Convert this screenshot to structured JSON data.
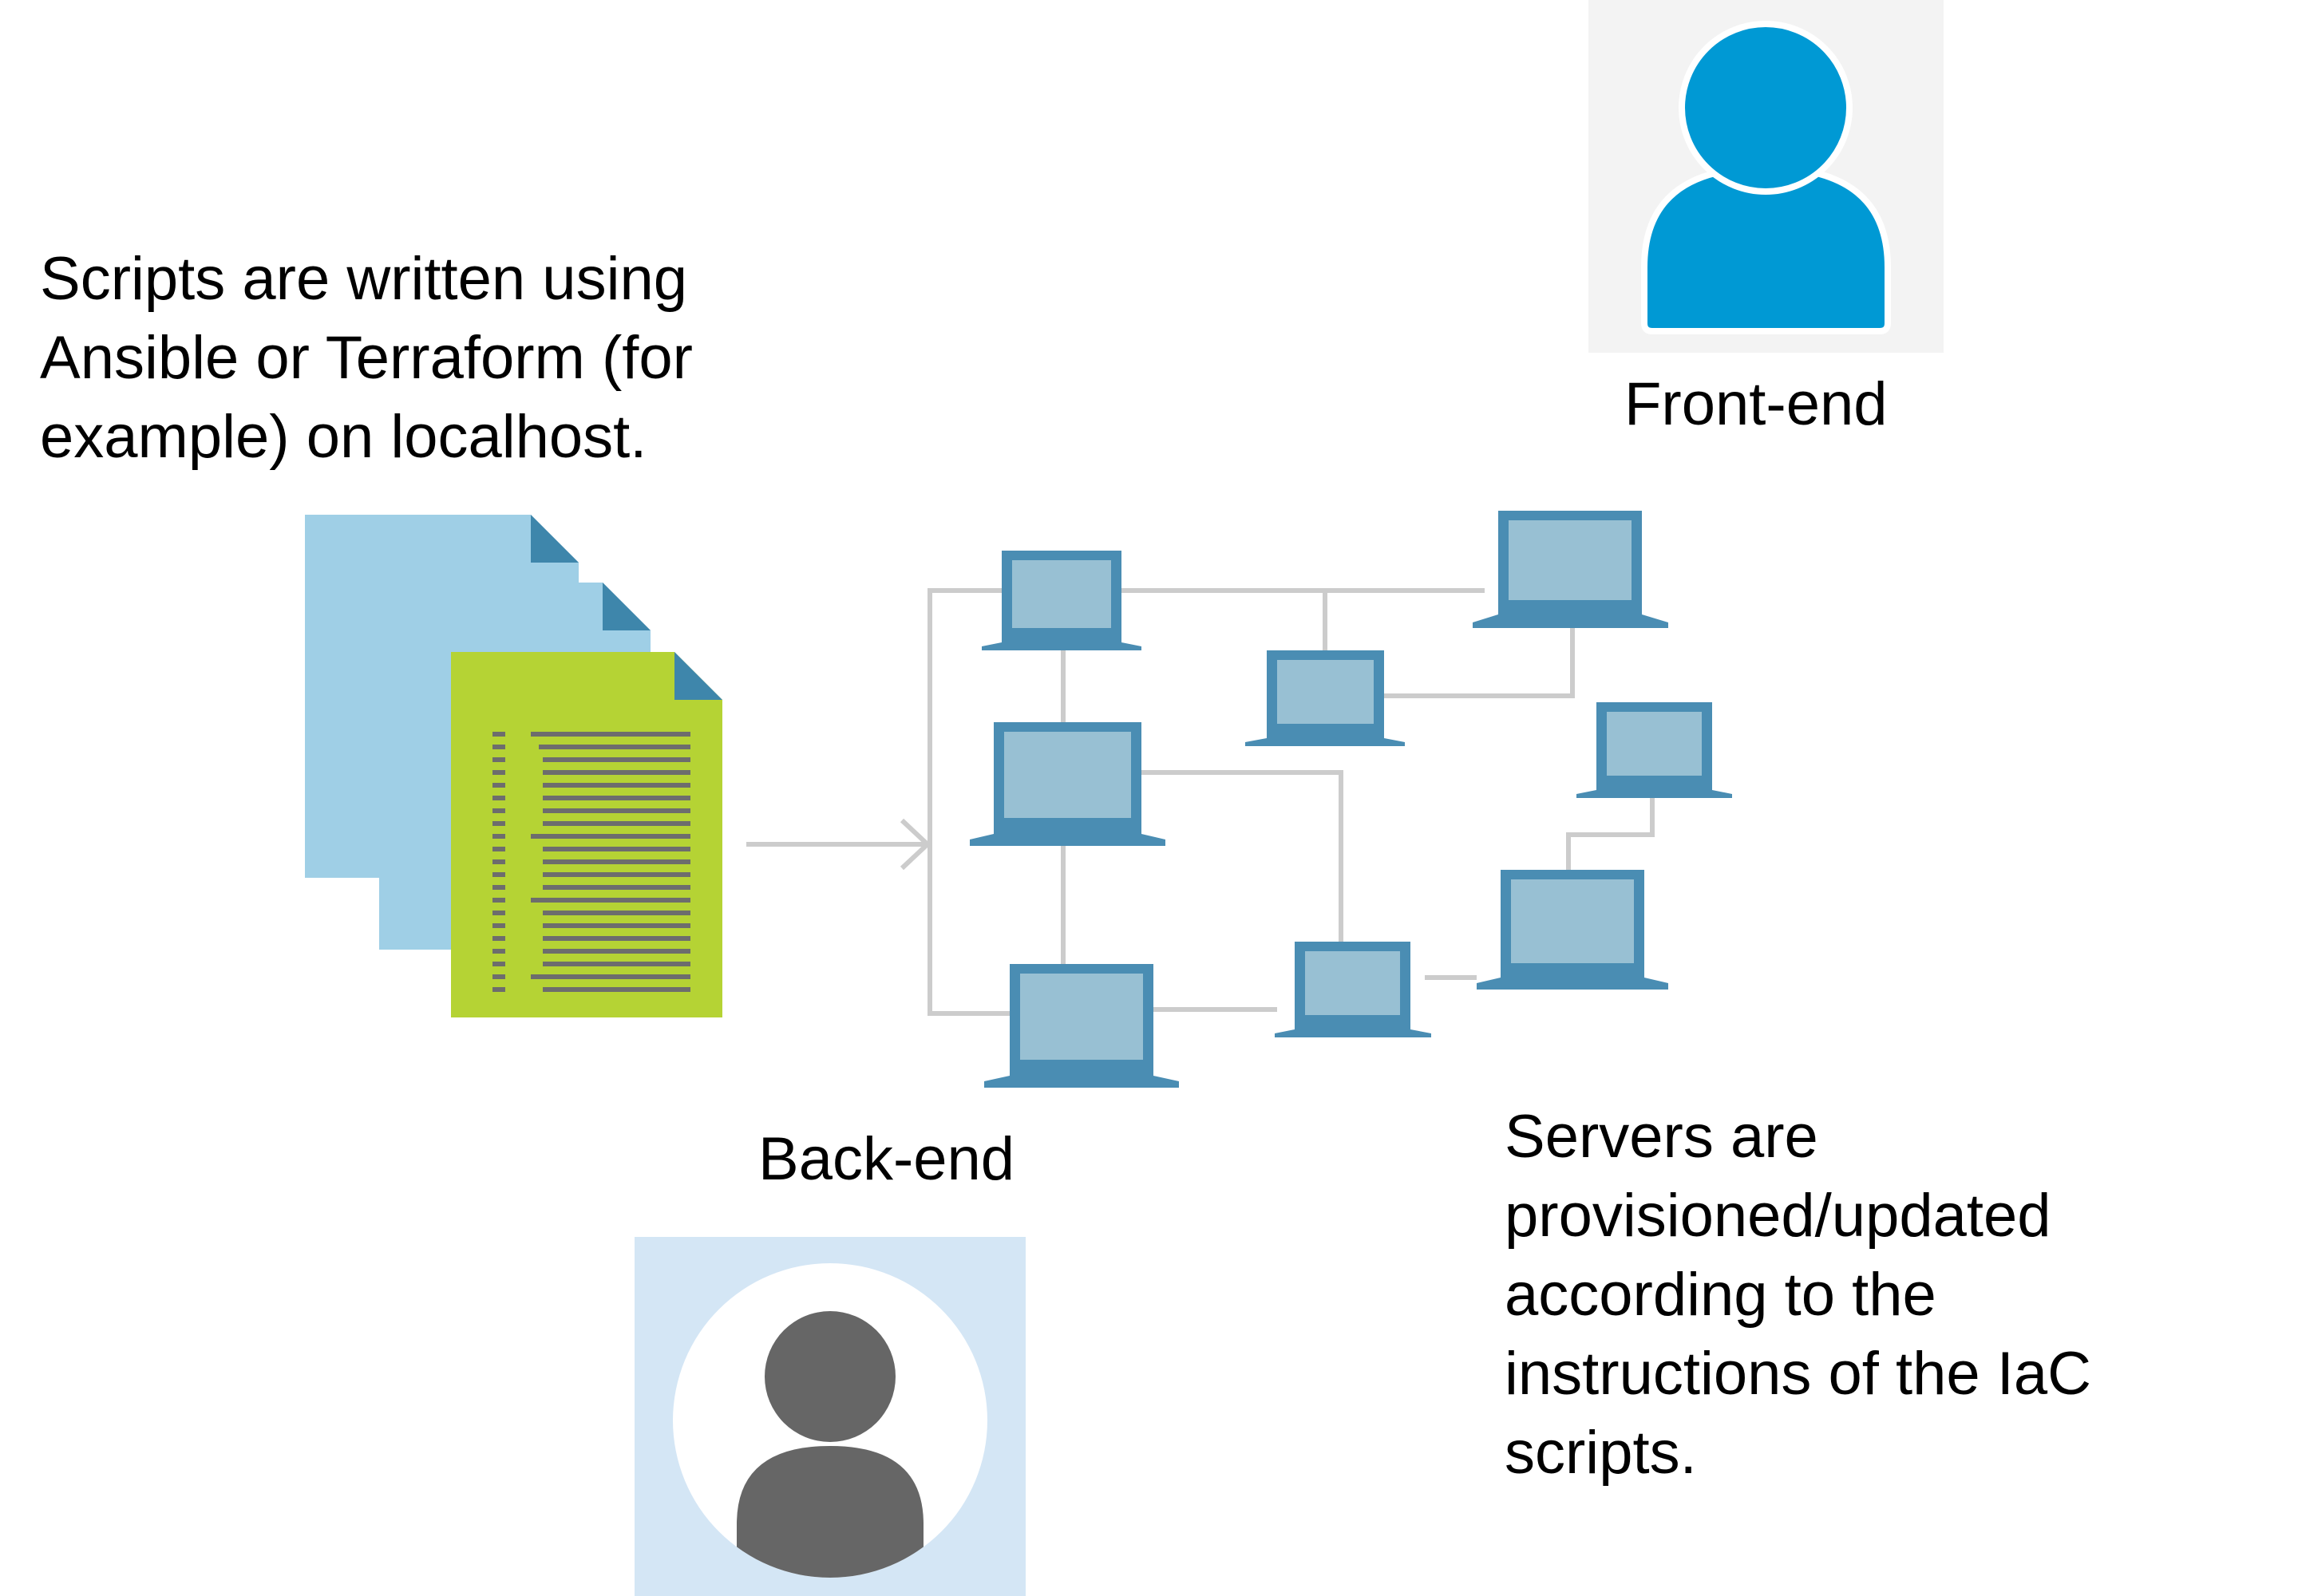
{
  "scripts_note": {
    "lines": [
      "Scripts are written using",
      "Ansible or Terraform (for",
      "example) on localhost."
    ]
  },
  "front_end": {
    "label": "Front-end",
    "icon": "user-icon",
    "color": "#0099d4"
  },
  "back_end": {
    "label": "Back-end",
    "icon": "user-icon",
    "color": "#666666"
  },
  "servers_note": {
    "lines": [
      "Servers are",
      "provisioned/updated",
      "according to the",
      "instructions of the IaC",
      "scripts."
    ]
  },
  "colors": {
    "doc_back": "#9fcfe6",
    "doc_front": "#b5d334",
    "doc_fold": "#3e86ab",
    "laptop_body": "#4a8db3",
    "laptop_screen": "#98c0d3",
    "network_line": "#cccccc"
  }
}
